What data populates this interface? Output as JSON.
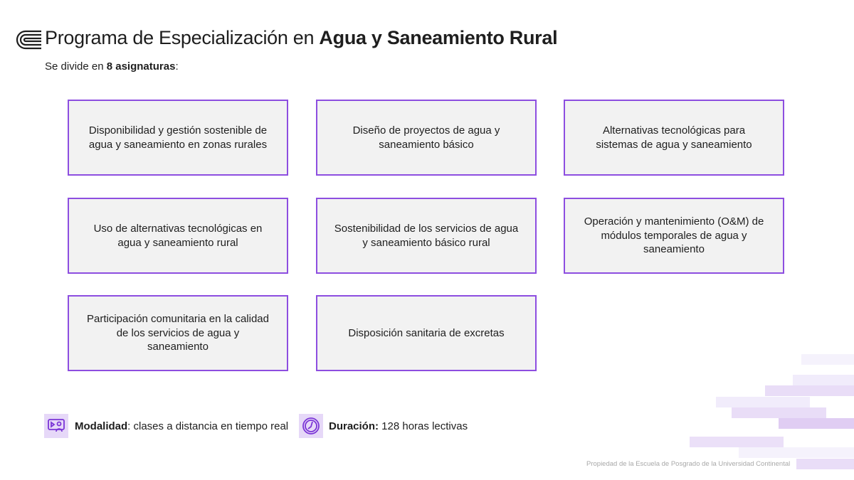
{
  "header": {
    "title_regular": "Programa de Especialización en ",
    "title_bold": "Agua y Saneamiento Rural"
  },
  "subtitle": {
    "prefix": "Se divide en ",
    "bold": "8 asignaturas",
    "suffix": ":"
  },
  "courses": [
    "Disponibilidad y gestión sostenible de agua y saneamiento en zonas rurales",
    "Diseño de proyectos de agua y saneamiento básico",
    "Alternativas tecnológicas para sistemas de agua y saneamiento",
    "Uso de alternativas tecnológicas en agua y saneamiento rural",
    "Sostenibilidad de los servicios de agua y saneamiento básico rural",
    "Operación y mantenimiento (O&M) de módulos temporales de agua y saneamiento",
    "Participación comunitaria en la calidad de los servicios de agua y saneamiento",
    "Disposición sanitaria de excretas"
  ],
  "modality": {
    "label": "Modalidad",
    "value": ": clases a distancia en tiempo real",
    "icon": "video-class-icon"
  },
  "duration": {
    "label": "Duración:",
    "value": " 128 horas lectivas",
    "icon": "clock-icon"
  },
  "footer": "Propiedad de la Escuela de Posgrado de la Universidad Continental",
  "colors": {
    "accent": "#8d4ee0",
    "card_bg": "#f2f2f2",
    "icon_bg": "#e6d8f8"
  }
}
